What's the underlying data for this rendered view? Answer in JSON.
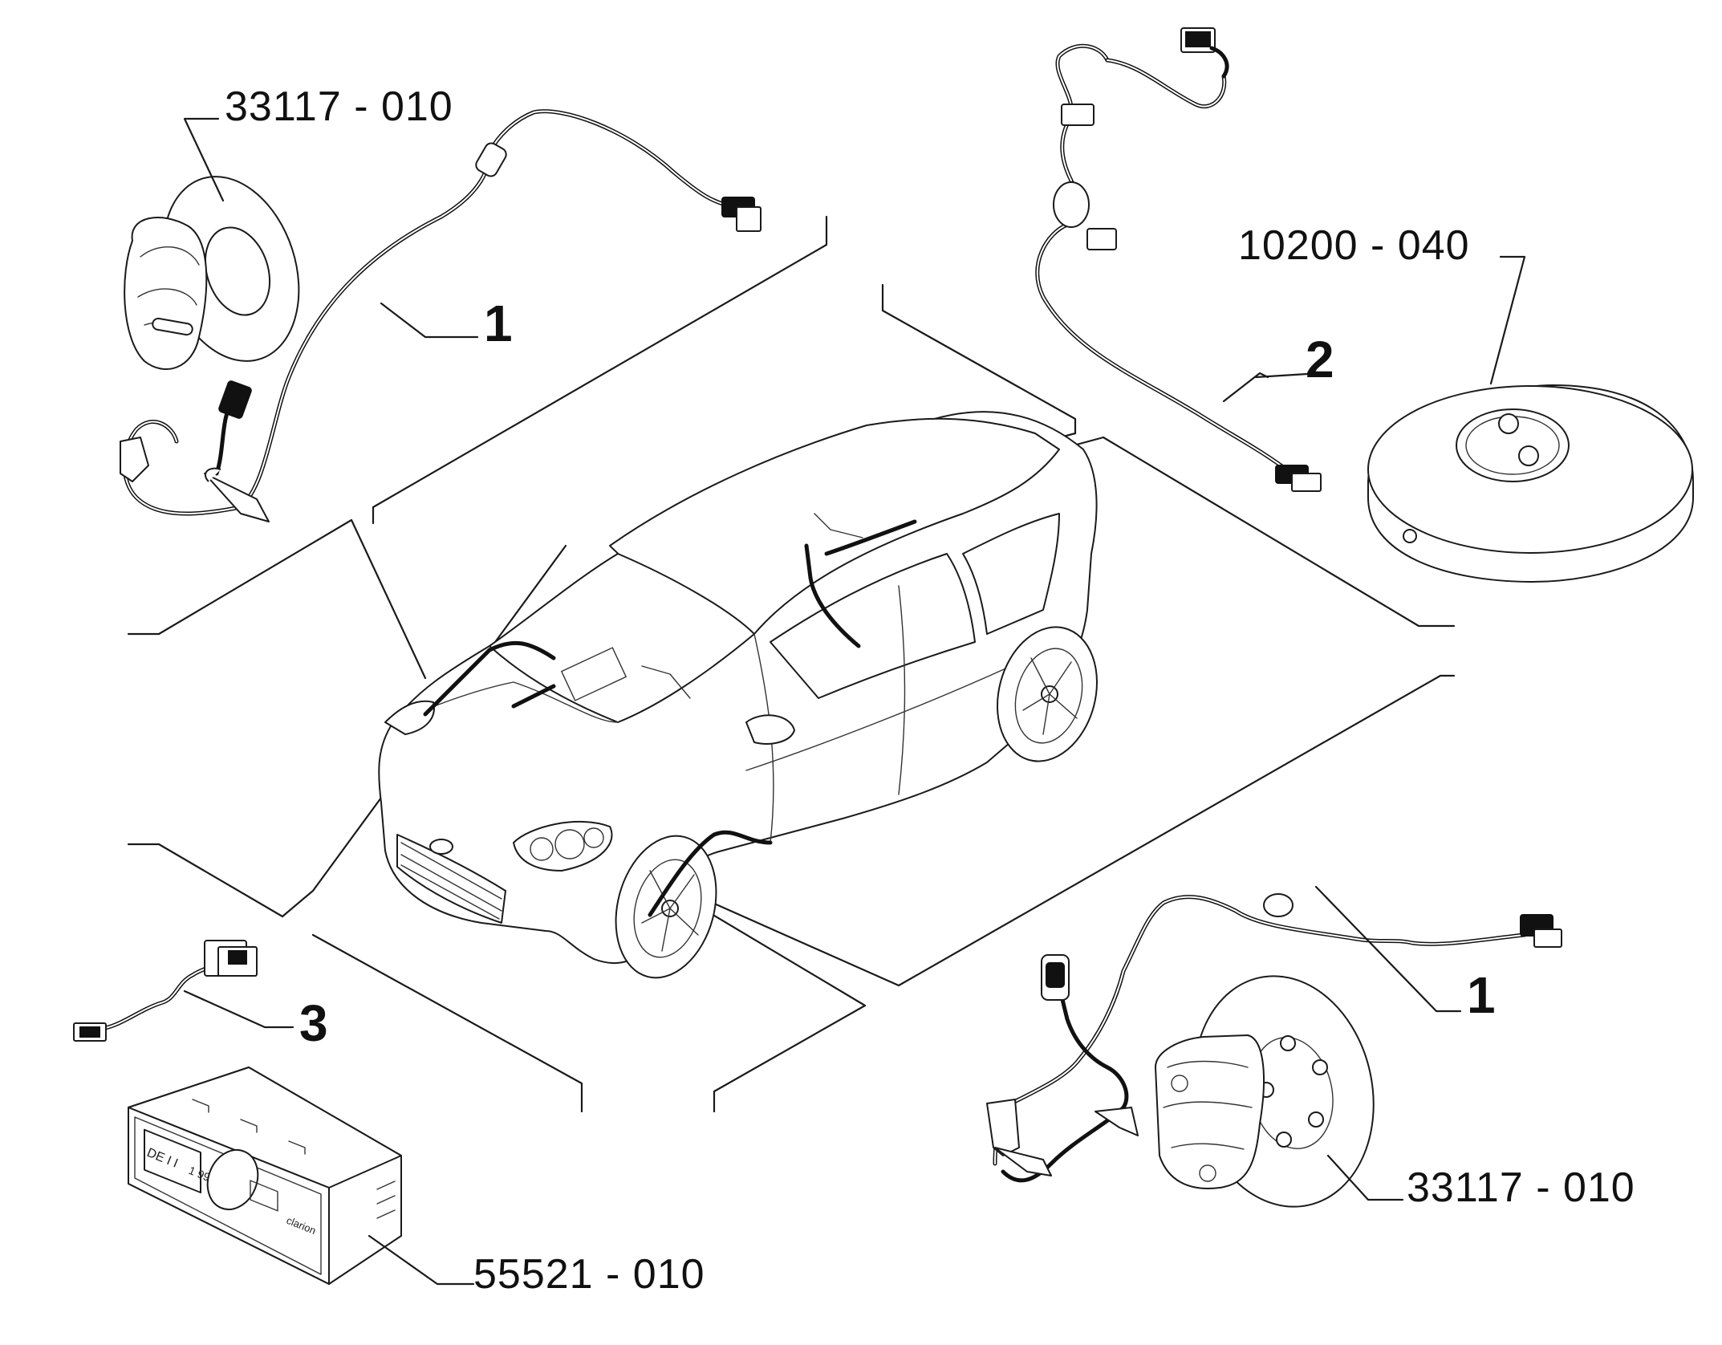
{
  "diagram": {
    "part_codes": {
      "brake_disc_top_left": "33117 - 010",
      "lpg_tank": "10200 - 040",
      "brake_disc_bottom_right": "33117 - 010",
      "radio_unit": "55521 - 010"
    },
    "item_numbers": {
      "abs_sensor_top": "1",
      "harness_2": "2",
      "harness_3": "3",
      "abs_sensor_bottom": "1"
    },
    "radio_text": {
      "display_left": "DE I I",
      "display_right": "1 99",
      "brand": "clarion"
    }
  }
}
